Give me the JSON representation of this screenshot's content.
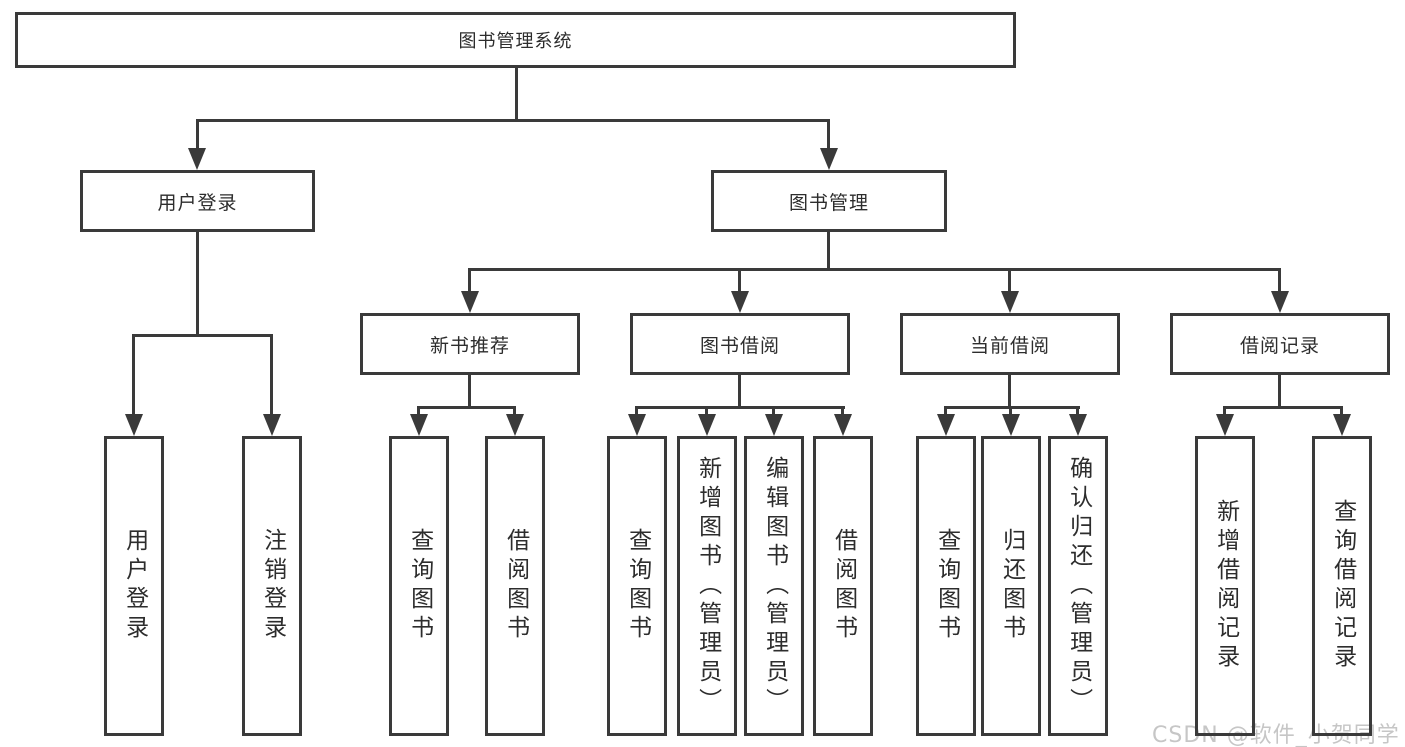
{
  "colors": {
    "line": "#3a3a3a",
    "box_text": "#2d2d2d",
    "watermark": "#c6c6c6",
    "background": "#ffffff"
  },
  "root": {
    "label": "图书管理系统"
  },
  "level2": {
    "user_login": "用户登录",
    "book_management": "图书管理"
  },
  "level3": {
    "new_book": "新书推荐",
    "book_borrow": "图书借阅",
    "current_borrow": "当前借阅",
    "borrow_records": "借阅记录"
  },
  "leaves": {
    "user_login": "用户登录",
    "logout": "注销登录",
    "nb_query": "查询图书",
    "nb_borrow": "借阅图书",
    "bb_query": "查询图书",
    "bb_add": "新增图书（管理员）",
    "bb_edit": "编辑图书（管理员）",
    "bb_borrow": "借阅图书",
    "cb_query": "查询图书",
    "cb_return": "归还图书",
    "cb_confirm": "确认归还（管理员）",
    "br_add": "新增借阅记录",
    "br_query": "查询借阅记录"
  },
  "watermark": {
    "text": "CSDN @软件_小贺同学"
  }
}
